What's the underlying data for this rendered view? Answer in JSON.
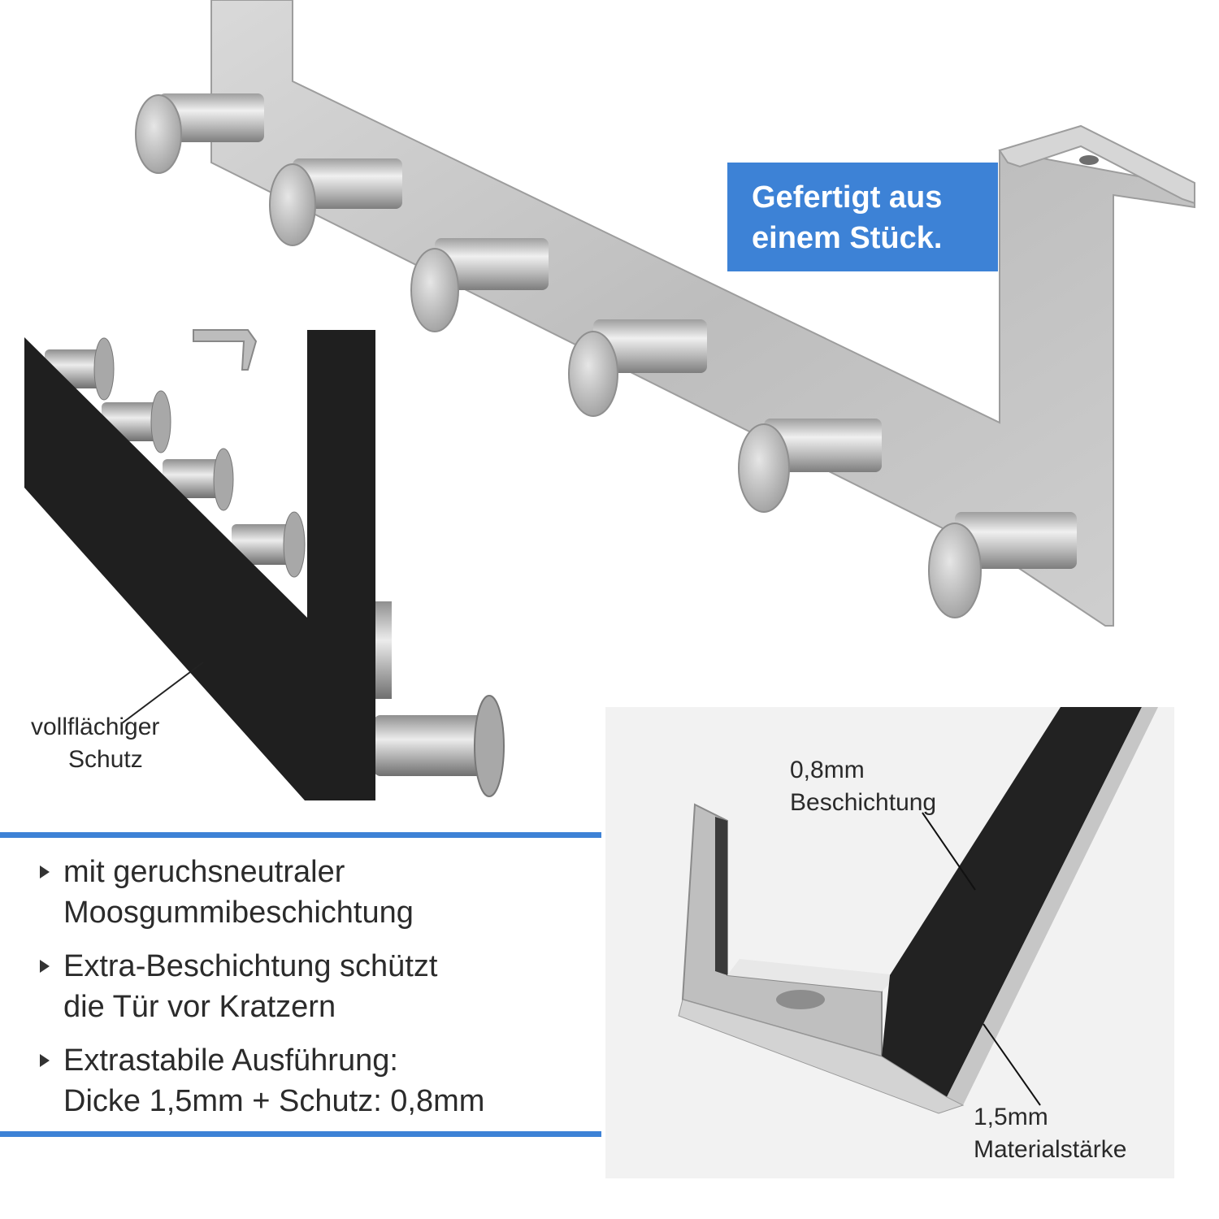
{
  "badge": {
    "line1": "Gefertigt aus",
    "line2": "einem Stück."
  },
  "callouts": {
    "protection": {
      "line1": "vollflächiger",
      "line2": "Schutz"
    },
    "coating": {
      "line1": "0,8mm",
      "line2": "Beschichtung"
    },
    "thickness": {
      "line1": "1,5mm",
      "line2": "Materialstärke"
    }
  },
  "features": [
    {
      "line1": "mit geruchsneutraler",
      "line2": "Moosgummibeschichtung"
    },
    {
      "line1": "Extra-Beschichtung schützt",
      "line2": "die Tür vor Kratzern"
    },
    {
      "line1": "Extrastabile Ausführung:",
      "line2": "Dicke 1,5mm + Schutz: 0,8mm"
    }
  ],
  "colors": {
    "accent": "#3d82d6",
    "steel": "#c8c8c8",
    "coating": "#1e1e1e"
  }
}
